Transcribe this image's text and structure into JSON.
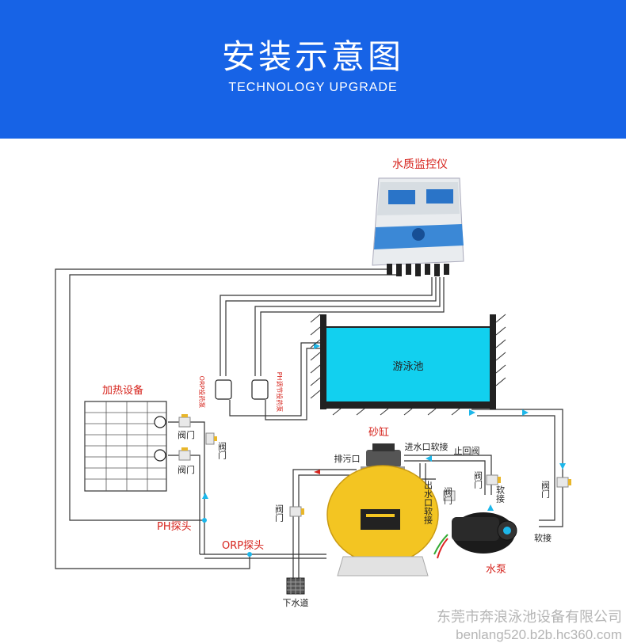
{
  "header": {
    "title": "安装示意图",
    "subtitle": "TECHNOLOGY UPGRADE"
  },
  "diagram": {
    "monitor_label": "水质监控仪",
    "pool_label": "游泳池",
    "heater_label": "加热设备",
    "sand_filter_label": "砂缸",
    "drain_port_label": "排污口",
    "inlet_hose_label": "进水口软接",
    "check_valve_label": "止回阀",
    "outlet_hose_label": "出水口软接",
    "pump_label": "水泵",
    "sewer_label": "下水道",
    "ph_probe_label": "PH探头",
    "orp_probe_label": "ORP探头",
    "orp_pump_label": "ORP投药泵",
    "ph_pump_label": "PH调节投药泵",
    "valve_label": "阀门",
    "hose_label": "软接"
  },
  "watermark": {
    "company": "东莞市奔浪泳池设备有限公司",
    "url": "benlang520.b2b.hc360.com"
  },
  "colors": {
    "banner": "#1763e6",
    "pool_water": "#12d0ef",
    "filter": "#f3c522",
    "label_red": "#d6231c"
  }
}
